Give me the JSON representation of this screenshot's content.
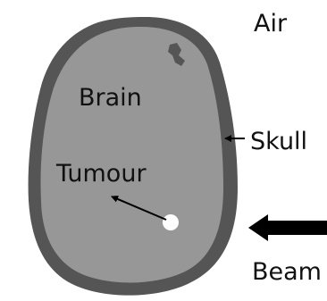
{
  "labels": {
    "air": "Air",
    "brain": "Brain",
    "skull": "Skull",
    "tumour": "Tumour",
    "beam": "Beam"
  },
  "colors": {
    "background": "#ffffff",
    "skull": "#555555",
    "brain": "#979797",
    "tumour": "#ffffff",
    "arrows": "#000000",
    "text": "#111111"
  }
}
